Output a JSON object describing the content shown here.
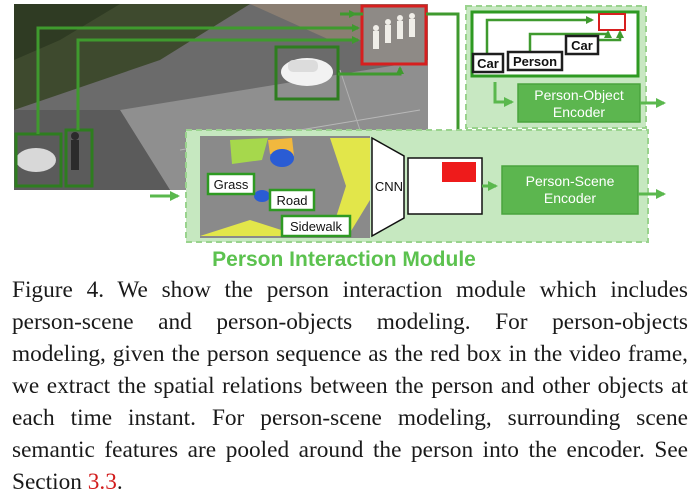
{
  "figure": {
    "module_title": "Person Interaction Module",
    "object_labels": [
      "Car",
      "Person",
      "Car"
    ],
    "scene_labels": [
      "Grass",
      "Road",
      "Sidewalk"
    ],
    "cnn_label": "CNN",
    "person_object_encoder": "Person-Object Encoder",
    "person_scene_encoder": "Person-Scene Encoder",
    "colors": {
      "green_box": "#2e9a22",
      "green_fill": "#5cb85c",
      "panel_fill": "#c6e8c0",
      "title_green": "#5cc24f",
      "red_box": "#e41e1e"
    }
  },
  "caption": {
    "text": "Figure 4. We show the person interaction module which includes person-scene and person-objects modeling.  For person-objects modeling, given the person sequence as the red box in the video frame, we extract the spatial relations between the person and other objects at each time instant.  For person-scene modeling, surrounding scene semantic features are pooled around the person into the encoder. See Section ",
    "section_ref": "3.3",
    "end": "."
  }
}
